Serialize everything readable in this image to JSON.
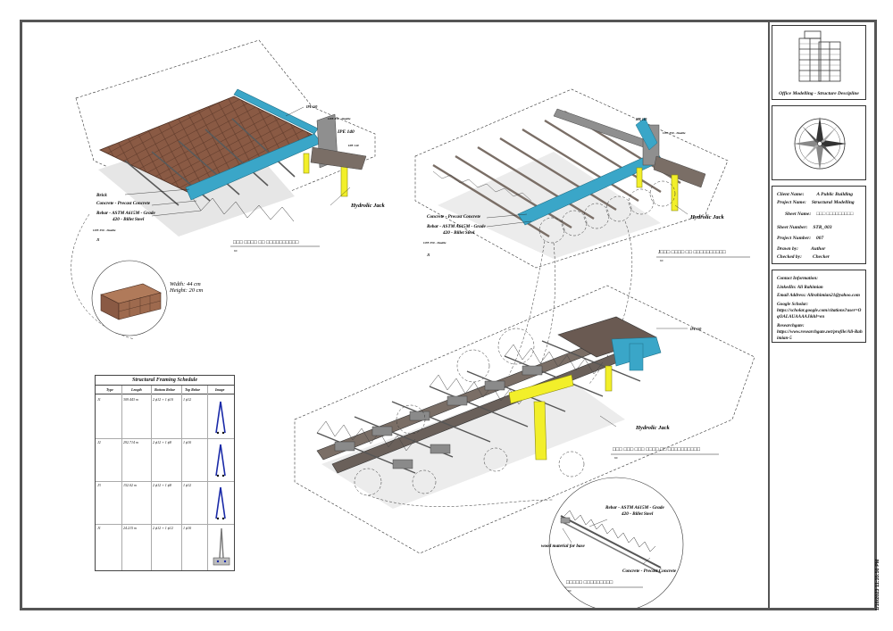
{
  "views": {
    "view1": {
      "labels": {
        "ipe_140_small": "IPE 140",
        "cpe_double": "CPE 350 - Double",
        "ipe_140": "IPE 140",
        "ipe_small2": "IPE 140",
        "hydrolic_jack": "Hydrolic Jack",
        "brick": "Brick",
        "precast": "Concrete - Precast Concrete",
        "rebar_line1": "Rebar - ASTM A615M - Grade",
        "rebar_line2": "420 - Billet Steel",
        "cpe_double2": "CPE 350 - Double",
        "j1": "J1"
      },
      "title": "□□□ □□□□ □□ □□□□□□□□□□",
      "scale": "60"
    },
    "view2": {
      "labels": {
        "ipe_140": "IPE 140",
        "cpe_double": "CPE 350 - Double",
        "hydrolic_jack": "Hydrolic Jack",
        "precast": "Concrete - Precast Concrete",
        "rebar_line1": "Rebar - ASTM A615M - Grade",
        "rebar_line2": "420 - Billet Steel",
        "cpe_double2": "CPE 350 - Double",
        "j1": "J1"
      },
      "title": "J□□□ □□□□ □□ □□□□□□□□□□",
      "scale": "60"
    },
    "view3": {
      "labels": {
        "ipe_140": "IPE 140",
        "hydrolic_jack": "Hydrolic Jack"
      },
      "title": "□□□ □□□ □□□ □□□□ □□ □□□□□□□□□□",
      "scale": "60"
    },
    "detail_block": {
      "width": "Width: 44 cm",
      "height": "Height: 20 cm"
    },
    "detail_joist": {
      "rebar_line1": "Rebar - ASTM A615M - Grade",
      "rebar_line2": "420 - Billet Steel",
      "wood": "wood material for base",
      "precast": "Concrete - Precast Concrete",
      "title": "□□□□□ □□□□□□□□□",
      "scale": "60"
    }
  },
  "schedule": {
    "title": "Structural Framing Schedule",
    "headers": [
      "Type",
      "Length",
      "Bottom Rebar",
      "Top Rebar",
      "Image"
    ],
    "rows": [
      {
        "type": "J1",
        "length": "309.443 m",
        "bottom": "2 ϕ12 + 1 ϕ10",
        "top": "1 ϕ12"
      },
      {
        "type": "J2",
        "length": "292.714 m",
        "bottom": "2 ϕ12 + 1 ϕ8",
        "top": "1 ϕ10"
      },
      {
        "type": "J3",
        "length": "152.02 m",
        "bottom": "2 ϕ12 + 1 ϕ8",
        "top": "1 ϕ12"
      },
      {
        "type": "J1",
        "length": "24.215 m",
        "bottom": "2 ϕ12 + 1 ϕ12",
        "top": "1 ϕ10"
      }
    ]
  },
  "title_block": {
    "model_caption": "Office Modelling - Structure Descipline",
    "client_label": "Client Name:",
    "client_value": "A Public Building",
    "project_name_label": "Project  Name:",
    "project_name_value": "Structural Modelling",
    "sheet_name_label": "Sheet Name:",
    "sheet_name_value": "□□□ □□□□□□□□□",
    "sheet_number_label": "Sheet Number:",
    "sheet_number_value": "STR_003",
    "project_number_label": "Project Number:",
    "project_number_value": "007",
    "drawn_label": "Drawn by:",
    "drawn_value": "Author",
    "checked_label": "Checked by:",
    "checked_value": "Checker",
    "contact_title": "Contact Information:",
    "linkedin": "LinkedIn: Ali Rahimian",
    "email": "Email Address: Alirahimian21@yahoo.com",
    "scholar_label": "Google Scholar:",
    "scholar_url": "https://scholar.google.com/citations?user=OqOALAUAAAAJ&hl=en",
    "research_label": "Researchgate:",
    "research_url": "https://www.researchgate.net/profile/Ali-Rahimian-5"
  },
  "date_stamp": "1/16/2023 11:35:50 PM",
  "colors": {
    "frame": "#555555",
    "brick": "#8a5a44",
    "blue_beam": "#3aa6c8",
    "yellow_jack": "#f2ef2a",
    "steel": "#7a6e66",
    "rebar_blue": "#1a2aa8"
  }
}
